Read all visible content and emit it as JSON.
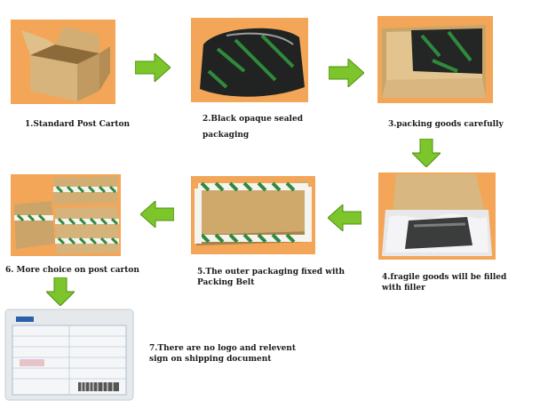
{
  "steps": {
    "s1": "1.Standard Post Carton",
    "s2a": "2.Black opaque sealed",
    "s2b": "packaging",
    "s3": "3.packing goods carefully",
    "s4a": "4.fragile goods will be filled",
    "s4b": "with filler",
    "s5a": "5.The outer packaging fixed with",
    "s5b": "Packing Belt",
    "s6": "6. More choice on post carton",
    "s7a": "7.There are no logo and relevent",
    "s7b": "sign on shipping document"
  },
  "colors": {
    "arrow": "#7cc52b",
    "arrow_dark": "#4f8f13",
    "carton": "#d3b27c",
    "carton_dark": "#a9834b",
    "photo_bg": "#f2a24c",
    "tape_green": "#2f8a3c"
  }
}
